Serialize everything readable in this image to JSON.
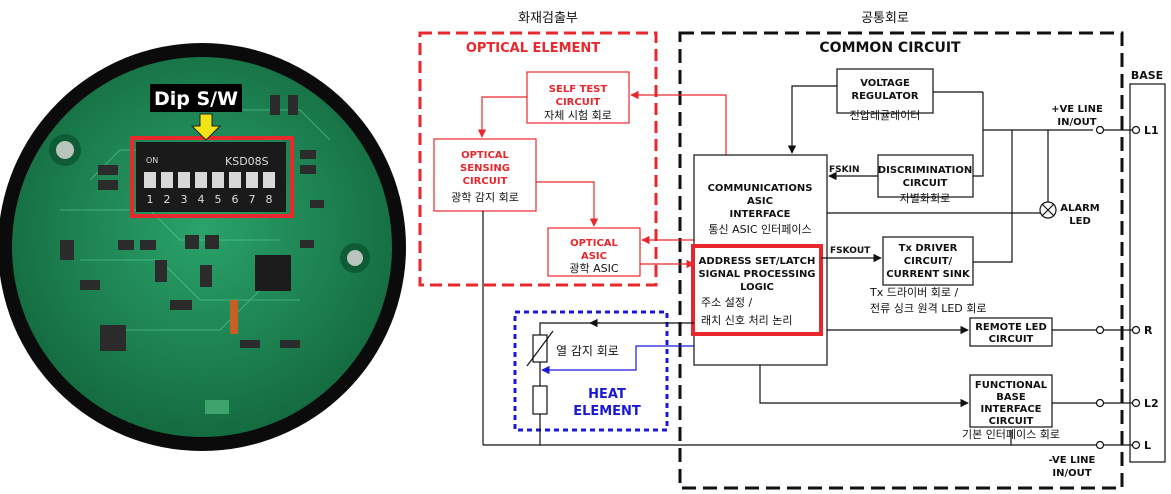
{
  "photo": {
    "dip_label": "Dip S/W",
    "switch_on": "ON",
    "switch_model": "KSD08S",
    "switch_numbers": [
      "1",
      "2",
      "3",
      "4",
      "5",
      "6",
      "7",
      "8"
    ]
  },
  "headers": {
    "detector": "화재검출부",
    "common": "공통회로"
  },
  "optical_element": {
    "title": "OPTICAL ELEMENT",
    "self_test": {
      "line1": "SELF TEST",
      "line2": "CIRCUIT",
      "ko": "자체 시험 회로"
    },
    "sensing": {
      "line1": "OPTICAL",
      "line2": "SENSING",
      "line3": "CIRCUIT",
      "ko": "광학 감지 회로"
    },
    "asic": {
      "line1": "OPTICAL",
      "line2": "ASIC",
      "ko": "광학 ASIC"
    }
  },
  "common_circuit": {
    "title": "COMMON CIRCUIT",
    "voltage": {
      "line1": "VOLTAGE",
      "line2": "REGULATOR",
      "ko": "전압레귤레이터"
    },
    "comm": {
      "line1": "COMMUNICATIONS",
      "line2": "ASIC",
      "line3": "INTERFACE",
      "ko": "통신 ASIC 인터페이스"
    },
    "fskin": "FSKIN",
    "discrim": {
      "line1": "DISCRIMINATION",
      "line2": "CIRCUIT",
      "ko": "자별화회로"
    },
    "address": {
      "line1": "ADDRESS SET/LATCH",
      "line2": "SIGNAL PROCESSING",
      "line3": "LOGIC",
      "ko1": "주소 설정 /",
      "ko2": "래치 신호 처리 논리"
    },
    "fskout": "FSKOUT",
    "tx": {
      "line1": "Tx DRIVER",
      "line2": "CIRCUIT/",
      "line3": "CURRENT SINK",
      "ko1": "Tx 드라이버 회로 /",
      "ko2": "전류 싱크  원격 LED 회로"
    },
    "remote_led": {
      "line1": "REMOTE LED",
      "line2": "CIRCUIT"
    },
    "functional": {
      "line1": "FUNCTIONAL",
      "line2": "BASE",
      "line3": "INTERFACE",
      "line4": "CIRCUIT",
      "ko": "기본 인터페이스 회로"
    },
    "alarm_led": {
      "line1": "ALARM",
      "line2": "LED"
    }
  },
  "heat_element": {
    "line1": "HEAT",
    "line2": "ELEMENT",
    "ko": "열 감지 회로"
  },
  "base": {
    "title": "BASE",
    "pos_line": {
      "line1": "+VE LINE",
      "line2": "IN/OUT"
    },
    "neg_line": {
      "line1": "-VE LINE",
      "line2": "IN/OUT"
    },
    "terminals": [
      "L1",
      "R",
      "L2",
      "L"
    ]
  },
  "colors": {
    "red": "#e8282d",
    "blue": "#1a1ad6",
    "pcb": "#1f8a55",
    "black": "#111111"
  }
}
